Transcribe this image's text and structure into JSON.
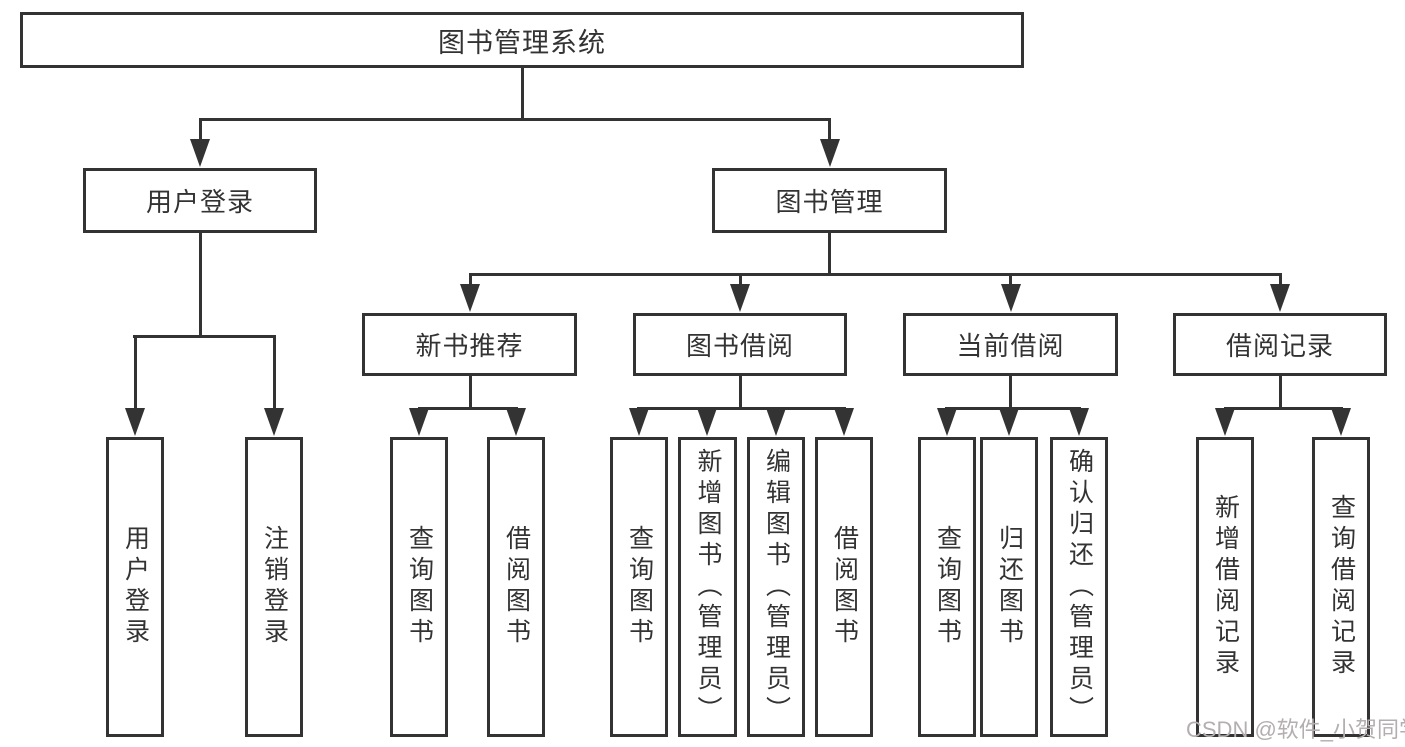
{
  "diagram": {
    "title": "图书管理系统",
    "watermark": "CSDN @软件_小贺同学",
    "colors": {
      "line": "#333333",
      "text": "#333333",
      "background": "#ffffff",
      "watermark": "#b4aeb0"
    },
    "nodes": {
      "root": "图书管理系统",
      "user_login": "用户登录",
      "book_mgmt": "图书管理",
      "user_login_leaf": "用户登录",
      "logout_leaf": "注销登录",
      "new_books": "新书推荐",
      "borrow": "图书借阅",
      "current": "当前借阅",
      "records": "借阅记录",
      "nb_query": "查询图书",
      "nb_borrow": "借阅图书",
      "bw_query": "查询图书",
      "bw_add": "新增图书（管理员）",
      "bw_edit": "编辑图书（管理员）",
      "bw_borrow": "借阅图书",
      "cu_query": "查询图书",
      "cu_return": "归还图书",
      "cu_confirm": "确认归还（管理员）",
      "rc_add": "新增借阅记录",
      "rc_query": "查询借阅记录"
    },
    "structure": {
      "图书管理系统": {
        "用户登录": [
          "用户登录",
          "注销登录"
        ],
        "图书管理": {
          "新书推荐": [
            "查询图书",
            "借阅图书"
          ],
          "图书借阅": [
            "查询图书",
            "新增图书（管理员）",
            "编辑图书（管理员）",
            "借阅图书"
          ],
          "当前借阅": [
            "查询图书",
            "归还图书",
            "确认归还（管理员）"
          ],
          "借阅记录": [
            "新增借阅记录",
            "查询借阅记录"
          ]
        }
      }
    }
  }
}
